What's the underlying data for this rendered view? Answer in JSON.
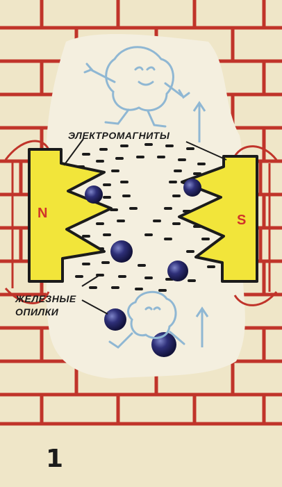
{
  "labels": {
    "electromagnets": "ЭЛЕКТРОМАГНИТЫ",
    "filings_line1": "ЖЕЛЕЗНЫЕ",
    "filings_line2": "ОПИЛКИ",
    "pole_north": "N",
    "pole_south": "S",
    "figure_number": "1"
  },
  "colors": {
    "background": "#efe6c8",
    "brick": "#c0342a",
    "magnet_yellow": "#f2e53a",
    "wire_red": "#c0342a",
    "ghost_blue": "#8fb7d3",
    "ball_navy": "#2a2a66"
  },
  "icons": [
    "ghost-creature-icon",
    "up-arrow-icon",
    "iron-ball-icon",
    "electromagnet-icon"
  ]
}
